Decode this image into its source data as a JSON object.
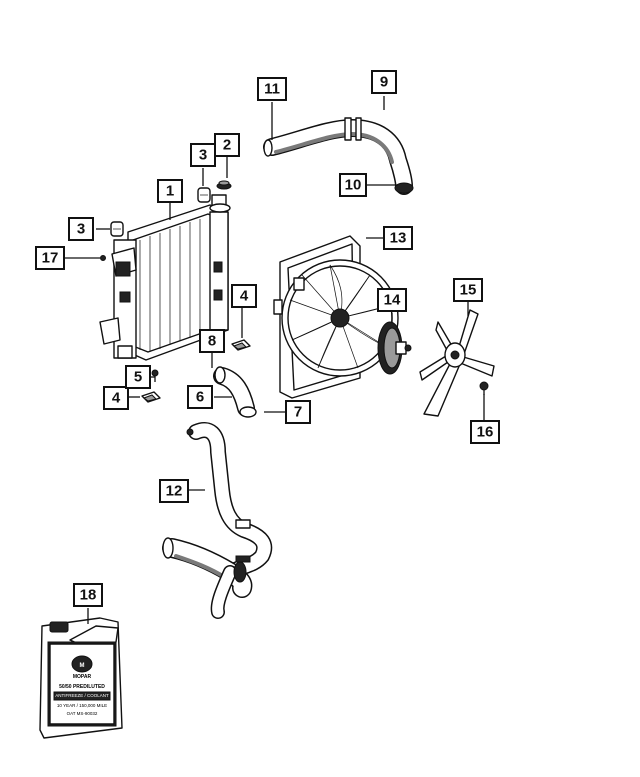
{
  "callouts": [
    {
      "label": "1"
    },
    {
      "label": "2"
    },
    {
      "label": "3"
    },
    {
      "label": "3"
    },
    {
      "label": "4"
    },
    {
      "label": "4"
    },
    {
      "label": "5"
    },
    {
      "label": "6"
    },
    {
      "label": "7"
    },
    {
      "label": "8"
    },
    {
      "label": "9"
    },
    {
      "label": "10"
    },
    {
      "label": "11"
    },
    {
      "label": "12"
    },
    {
      "label": "13"
    },
    {
      "label": "14"
    },
    {
      "label": "15"
    },
    {
      "label": "16"
    },
    {
      "label": "17"
    },
    {
      "label": "18"
    }
  ],
  "jug_label": {
    "brand": "MOPAR",
    "line1": "50/50 PREDILUTED",
    "line2": "ANTIFREEZE / COOLANT",
    "line3": "10 YEAR / 150,000 MILE",
    "line4": "OAT MS-90032"
  }
}
